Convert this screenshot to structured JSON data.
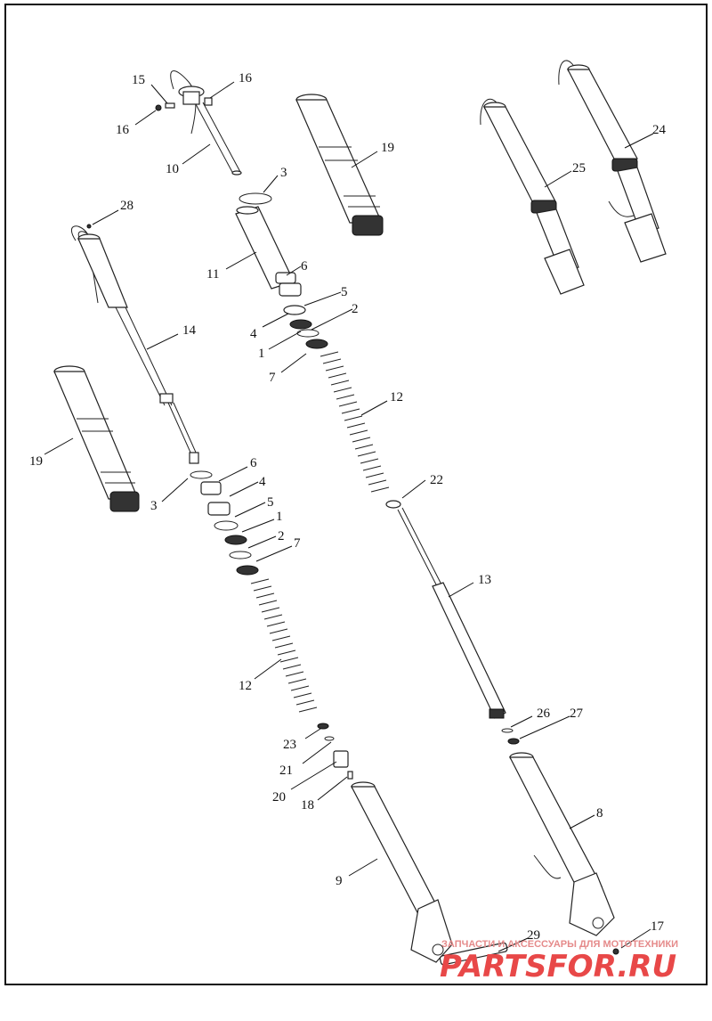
{
  "callouts": {
    "c15": "15",
    "c16a": "16",
    "c16b": "16",
    "c10": "10",
    "c3a": "3",
    "c19a": "19",
    "c28": "28",
    "c11": "11",
    "c6a": "6",
    "c5a": "5",
    "c4a": "4",
    "c2a": "2",
    "c1a": "1",
    "c7a": "7",
    "c14": "14",
    "c12a": "12",
    "c19b": "19",
    "c6b": "6",
    "c3b": "3",
    "c4b": "4",
    "c5b": "5",
    "c1b": "1",
    "c2b": "2",
    "c7b": "7",
    "c22": "22",
    "c13": "13",
    "c12b": "12",
    "c26": "26",
    "c27": "27",
    "c23": "23",
    "c21": "21",
    "c20": "20",
    "c18": "18",
    "c8": "8",
    "c9": "9",
    "c29": "29",
    "c17": "17",
    "c24": "24",
    "c25": "25"
  },
  "watermark": {
    "tagline": "ЗАПЧАСТИ И АКСЕССУАРЫ ДЛЯ МОТОТЕХНИКИ",
    "brand": "PARTSFOR.RU"
  }
}
